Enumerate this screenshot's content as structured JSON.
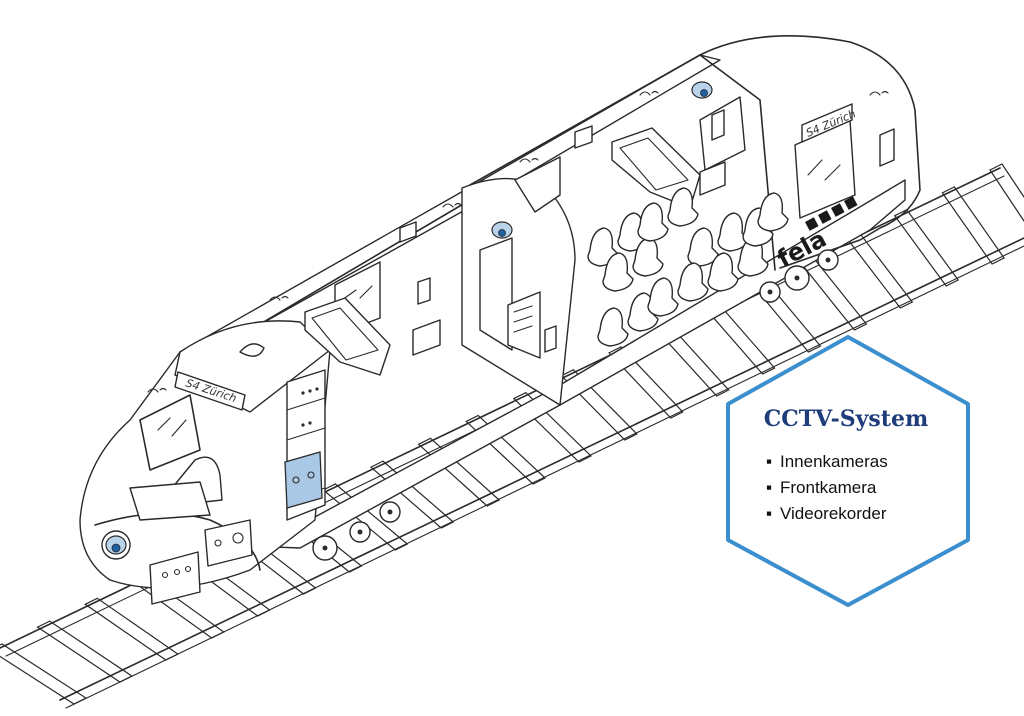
{
  "callout": {
    "title": "CCTV-System",
    "items": [
      "Innenkameras",
      "Frontkamera",
      "Videorekorder"
    ],
    "bullet": "▪"
  },
  "train": {
    "destination_front": "S4 Zürich",
    "destination_side": "S4 Zürich",
    "brand_logo": "fela"
  },
  "colors": {
    "camera_blue": "#b9d3ea",
    "camera_lens": "#1f5fa3",
    "callout_border": "#3b8fcf",
    "callout_title": "#1e3d7a",
    "recorder_blue": "#a9c8e6"
  },
  "icons": {
    "camera": "dome-camera-icon",
    "speaker": "ceiling-speaker-icon",
    "bullet": "square-bullet-icon"
  }
}
